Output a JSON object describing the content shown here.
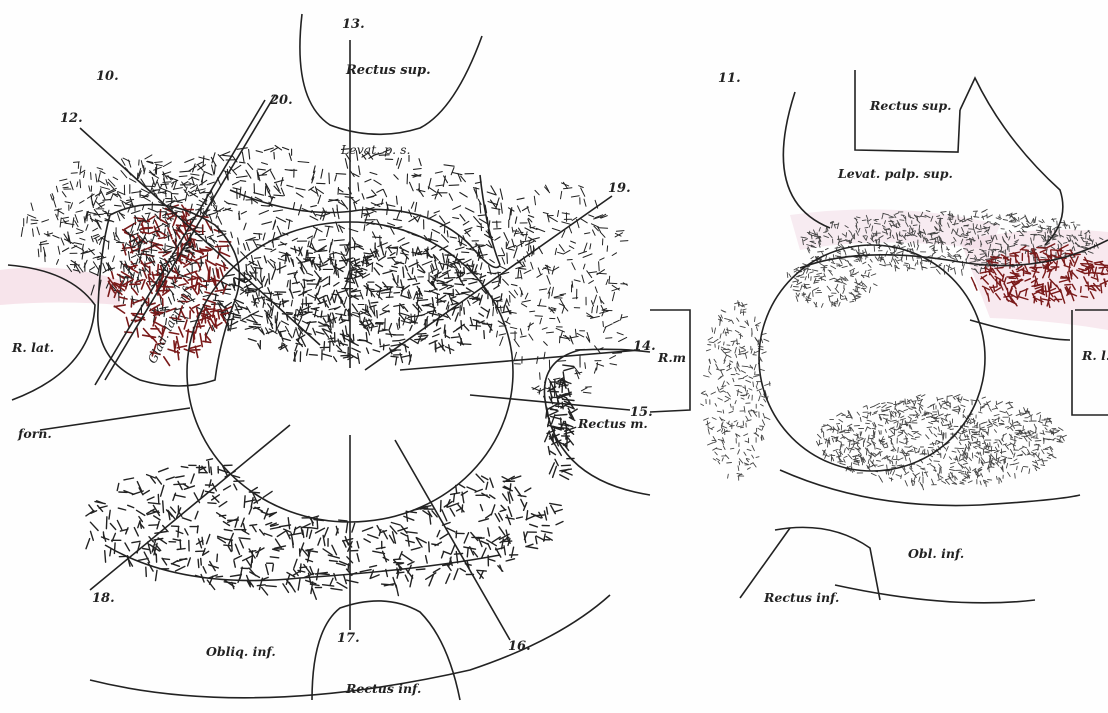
{
  "figures": [
    {
      "number": "10.",
      "labels": {
        "rectus_sup": "Rectus sup.",
        "levat_ps": "Levat. p. s.",
        "r_lat": "R. lat.",
        "glad_lacr": "Glad. lacr. inf.",
        "forn": "forn.",
        "r_m": "R.m",
        "rectus_m": "Rectus m.",
        "obliq_inf": "Obliq. inf.",
        "rectus_inf": "Rectus inf."
      },
      "callouts": [
        "12.",
        "13.",
        "14.",
        "15.",
        "16.",
        "17.",
        "18.",
        "19.",
        "20."
      ]
    },
    {
      "number": "11.",
      "labels": {
        "rectus_sup": "Rectus sup.",
        "levat_palp_sup": "Levat. palp. sup.",
        "r_l": "R. l.",
        "obl_inf": "Obl. inf.",
        "rectus_inf": "Rectus inf."
      }
    }
  ],
  "colors": {
    "ink": "#222222",
    "gland": "#7a1a1a",
    "stipple": "#444444",
    "tint": "#e8c6d4"
  }
}
